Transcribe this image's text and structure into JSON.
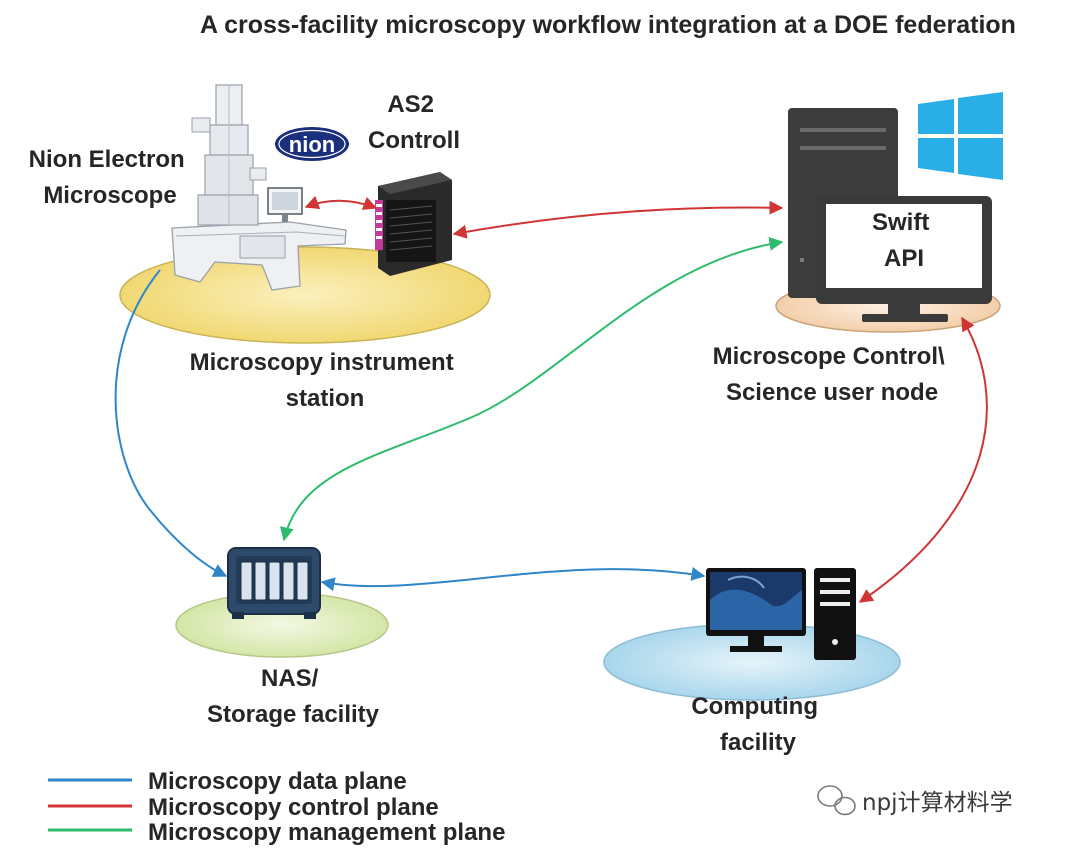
{
  "title": "A cross-facility microscopy workflow integration at a DOE federation",
  "nodes": {
    "microscope": {
      "label_lines": [
        "Nion Electron",
        "Microscope"
      ]
    },
    "nion_logo": {
      "text": "nion"
    },
    "as2": {
      "label_lines": [
        "AS2",
        "Controll"
      ]
    },
    "instrument_station": {
      "label_lines": [
        "Microscopy instrument",
        "station"
      ]
    },
    "swift": {
      "label_lines": [
        "Swift",
        "API"
      ]
    },
    "control_node": {
      "label_lines": [
        "Microscope Control\\",
        "Science user node"
      ]
    },
    "nas": {
      "label_lines": [
        "NAS/",
        "Storage facility"
      ]
    },
    "computing": {
      "label_lines": [
        "Computing",
        "facility"
      ]
    }
  },
  "legend": [
    {
      "label": "Microscopy data plane",
      "color": "#2f86c9"
    },
    {
      "label": "Microscopy control plane",
      "color": "#d13434"
    },
    {
      "label": "Microscopy management plane",
      "color": "#2dbb6e"
    }
  ],
  "colors": {
    "data_plane": "#2f86c9",
    "control_plane": "#d13434",
    "management_plane": "#2dbb6e",
    "platform_instrument": "#f6e49a",
    "platform_control": "#f8dfc6",
    "platform_storage": "#e4efc4",
    "platform_computing": "#cbe6f2",
    "windows_blue": "#29aee6",
    "dark_device": "#3a3a3a"
  },
  "watermark": {
    "text": "npj计算材料学",
    "icon": "wechat-icon"
  }
}
